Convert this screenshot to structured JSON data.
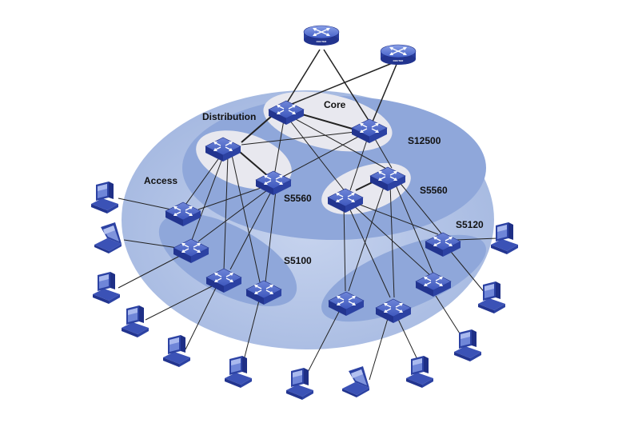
{
  "labels": {
    "core": "Core",
    "distribution": "Distribution",
    "access": "Access",
    "s12500": "S12500",
    "s5560_left": "S5560",
    "s5560_right": "S5560",
    "s5120": "S5120",
    "s5100": "S5100"
  },
  "device_captions": {
    "router_1": "ROUTER",
    "router_2": "ROUTER"
  },
  "icons": {
    "router": "router-icon",
    "switch": "switch-icon",
    "desktop": "desktop-computer-icon",
    "laptop": "laptop-icon"
  },
  "colors": {
    "outer_region": "#a9bde3",
    "middle_region": "#7f9bd4",
    "inner_region": "#e9e9ee",
    "device_blue": "#2f45a8",
    "link": "#222222"
  }
}
